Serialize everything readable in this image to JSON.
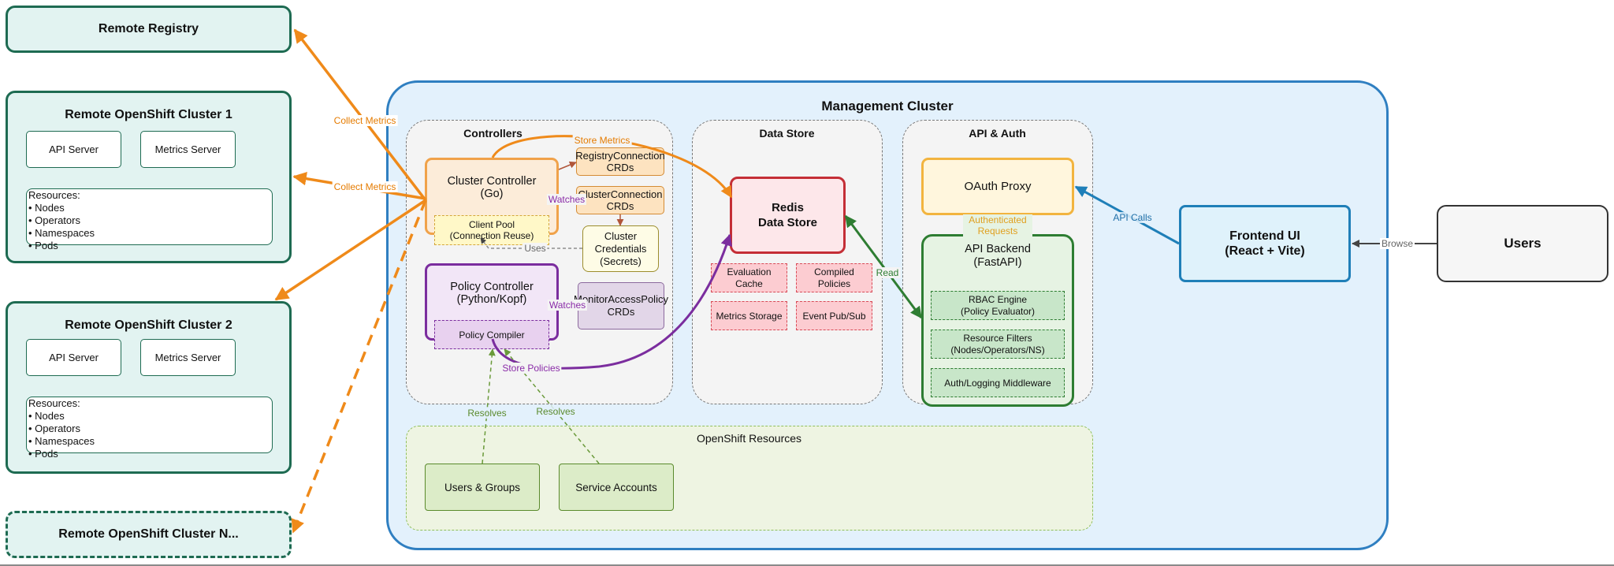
{
  "remote_registry": {
    "title": "Remote Registry"
  },
  "cluster1": {
    "title": "Remote OpenShift Cluster 1",
    "api_server": "API Server",
    "metrics_server": "Metrics Server",
    "resources_title": "Resources:",
    "resources": [
      "• Nodes",
      "• Operators",
      "• Namespaces",
      "• Pods"
    ]
  },
  "cluster2": {
    "title": "Remote OpenShift Cluster 2",
    "api_server": "API Server",
    "metrics_server": "Metrics Server",
    "resources_title": "Resources:",
    "resources": [
      "• Nodes",
      "• Operators",
      "• Namespaces",
      "• Pods"
    ]
  },
  "clusterN": {
    "title": "Remote OpenShift Cluster N..."
  },
  "management": {
    "title": "Management Cluster"
  },
  "controllers": {
    "title": "Controllers",
    "cluster_controller": [
      "Cluster Controller",
      "(Go)"
    ],
    "client_pool": [
      "Client Pool",
      "(Connection Reuse)"
    ],
    "registry_crds": [
      "RegistryConnection",
      "CRDs"
    ],
    "cluster_crds": [
      "ClusterConnection",
      "CRDs"
    ],
    "credentials": [
      "Cluster",
      "Credentials",
      "(Secrets)"
    ],
    "policy_controller": [
      "Policy Controller",
      "(Python/Kopf)"
    ],
    "policy_compiler": "Policy Compiler",
    "monitor_crds": [
      "MonitorAccessPolicy",
      "CRDs"
    ]
  },
  "data_store": {
    "title": "Data Store",
    "redis": [
      "Redis",
      "Data Store"
    ],
    "evaluation_cache": [
      "Evaluation",
      "Cache"
    ],
    "compiled_policies": [
      "Compiled",
      "Policies"
    ],
    "metrics_storage": "Metrics Storage",
    "event_pubsub": "Event Pub/Sub"
  },
  "api_auth": {
    "title": "API & Auth",
    "oauth_proxy": "OAuth Proxy",
    "api_backend": [
      "API Backend",
      "(FastAPI)"
    ],
    "rbac_engine": [
      "RBAC Engine",
      "(Policy Evaluator)"
    ],
    "resource_filters": [
      "Resource Filters",
      "(Nodes/Operators/NS)"
    ],
    "middleware": "Auth/Logging Middleware"
  },
  "frontend": {
    "title": [
      "Frontend UI",
      "(React + Vite)"
    ]
  },
  "users": {
    "title": "Users"
  },
  "openshift_resources": {
    "title": "OpenShift Resources",
    "users_groups": "Users & Groups",
    "service_accounts": "Service Accounts"
  },
  "edge_labels": {
    "collect_metrics_1": "Collect Metrics",
    "collect_metrics_2": "Collect Metrics",
    "store_metrics": "Store Metrics",
    "watches_1": "Watches",
    "watches_2": "Watches",
    "uses": "Uses",
    "store_policies": "Store Policies",
    "resolves_1": "Resolves",
    "resolves_2": "Resolves",
    "read": "Read",
    "authenticated_requests": [
      "Authenticated",
      "Requests"
    ],
    "api_calls": "API Calls",
    "browse": "Browse"
  },
  "colors": {
    "orange_edge": "#ef8a1a",
    "purple_edge": "#7b2d9e",
    "green_edge": "#2e7d32",
    "blue_edge": "#1f7fb8",
    "olive_edge": "#6a9a3a"
  }
}
